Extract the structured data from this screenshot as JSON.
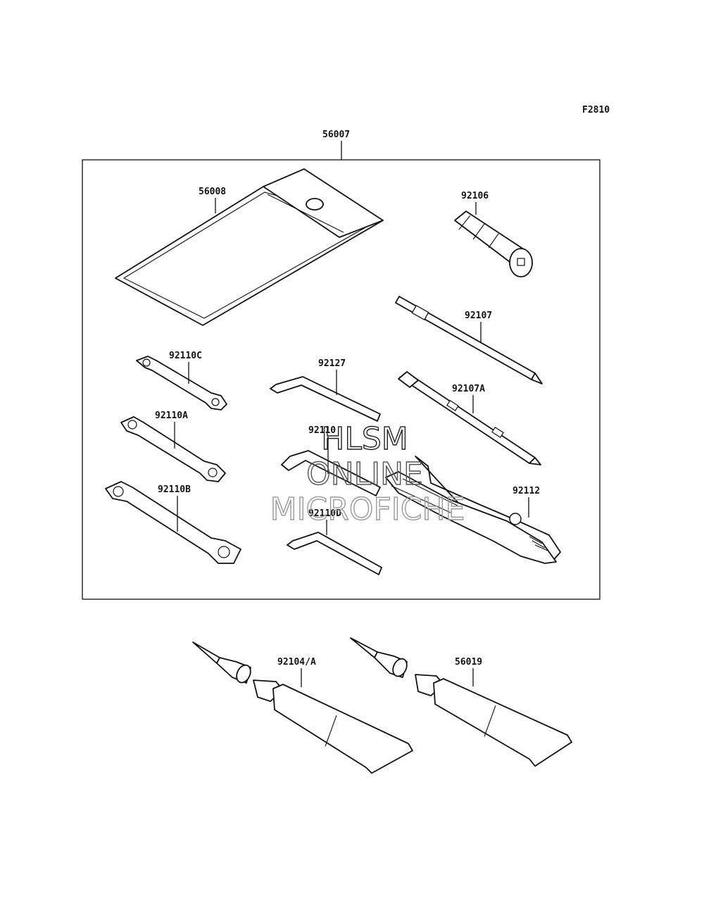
{
  "figure_code": "F2810",
  "kit_part_number": "56007",
  "parts": {
    "bag": "56008",
    "socket": "92106",
    "driver": "92107",
    "wrench_c": "92110C",
    "wrench_a": "92110A",
    "wrench_b": "92110B",
    "hex_1": "92127",
    "hex_2": "92110",
    "hex_3": "92110D",
    "driver_a": "92107A",
    "pliers": "92112",
    "tube_1": "92104/A",
    "tube_2": "56019"
  },
  "watermark": {
    "line1": "HLSM",
    "line2": "ONLINE",
    "line3": "MICROFICHE"
  }
}
